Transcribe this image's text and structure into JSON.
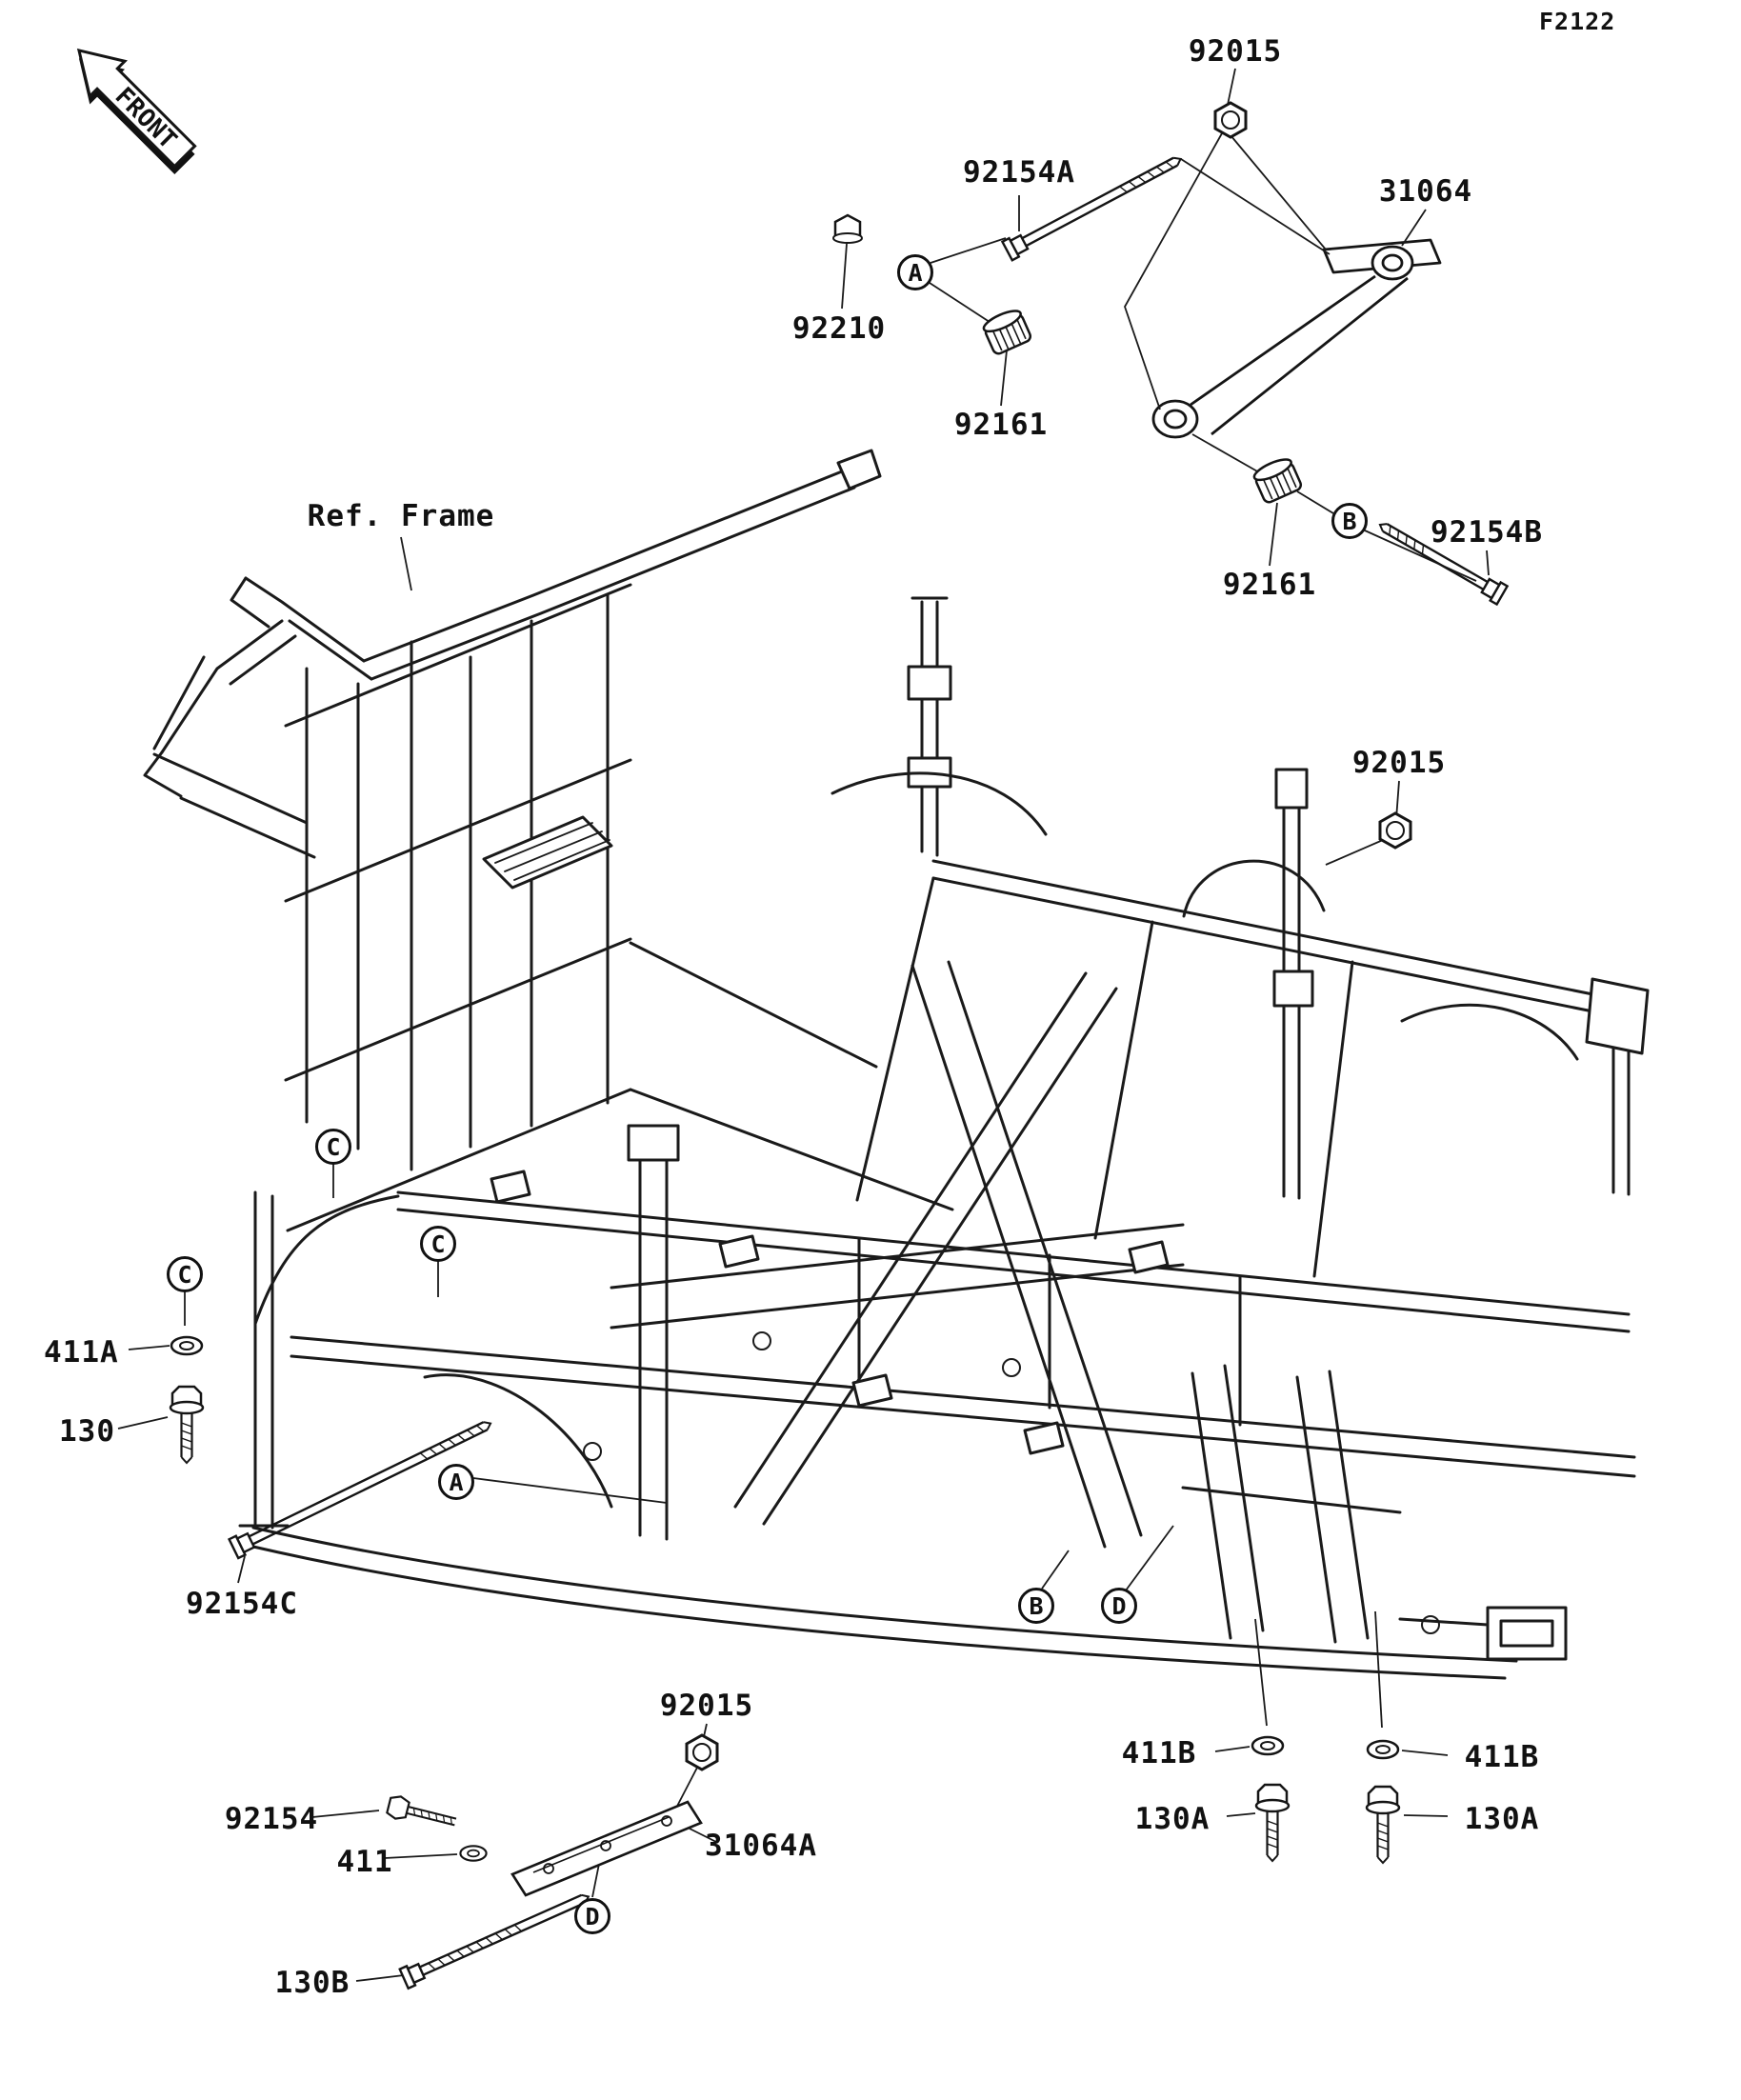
{
  "figure": {
    "code": "F2122",
    "front_label": "FRONT",
    "ref_frame_label": "Ref. Frame"
  },
  "part_labels": {
    "p92015_top": "92015",
    "p92154A": "92154A",
    "p31064": "31064",
    "p92210": "92210",
    "p92161_upper": "92161",
    "p92154B": "92154B",
    "p92161_lower": "92161",
    "p92015_right": "92015",
    "p411A": "411A",
    "p130": "130",
    "p92154C": "92154C",
    "p92015_bottom": "92015",
    "p411B_left": "411B",
    "p411B_right": "411B",
    "p130A_left": "130A",
    "p130A_right": "130A",
    "p92154": "92154",
    "p411": "411",
    "p31064A": "31064A",
    "p130B": "130B"
  },
  "callouts": {
    "A": "A",
    "B": "B",
    "C": "C",
    "D": "D"
  }
}
